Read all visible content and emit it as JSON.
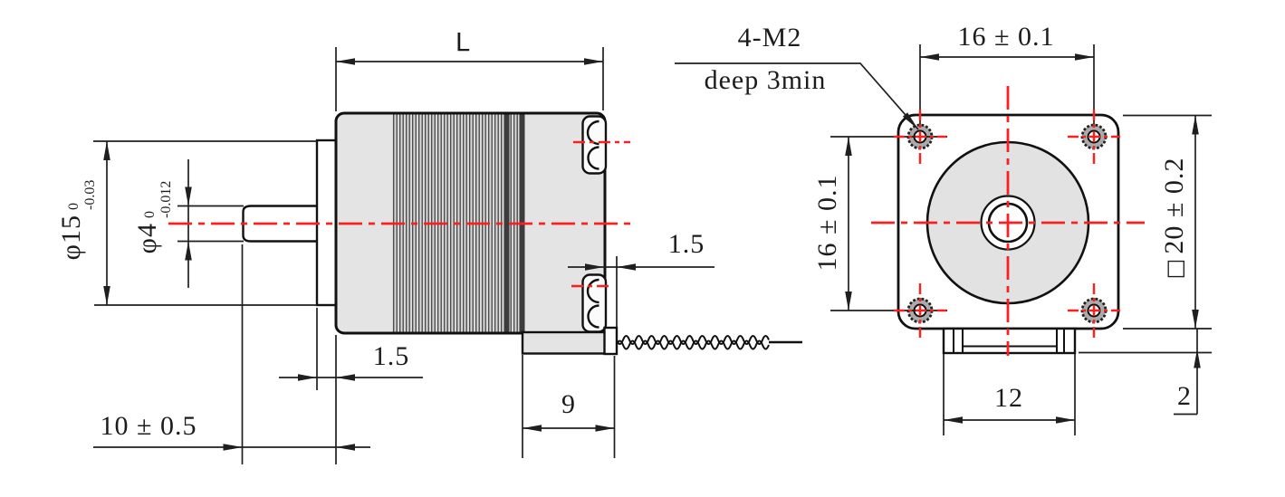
{
  "drawing": {
    "side_view": {
      "length_label": "L",
      "flange_pilot_diameter": {
        "text": "φ15",
        "tol_upper": "0",
        "tol_lower": "-0.03"
      },
      "shaft_diameter": {
        "text": "φ4",
        "tol_upper": "0",
        "tol_lower": "-0.012"
      },
      "pilot_boss_length": "1.5",
      "shaft_length": "10 ± 0.5",
      "rear_cap_thickness": "1.5",
      "rear_housing_length": "9"
    },
    "front_view": {
      "mounting_holes_callout": {
        "line1": "4-M2",
        "line2": "deep 3min"
      },
      "hole_spacing_horizontal": "16 ± 0.1",
      "hole_spacing_vertical": "16 ± 0.1",
      "body_square_symbol": "□",
      "body_square_size": "20 ± 0.2",
      "connector_tab_width": "12",
      "connector_tab_height": "2"
    },
    "colors": {
      "centerline_red": "#fa2020",
      "body_fill_gray": "#e4e4e4",
      "line_black": "#1a1a1a"
    }
  }
}
